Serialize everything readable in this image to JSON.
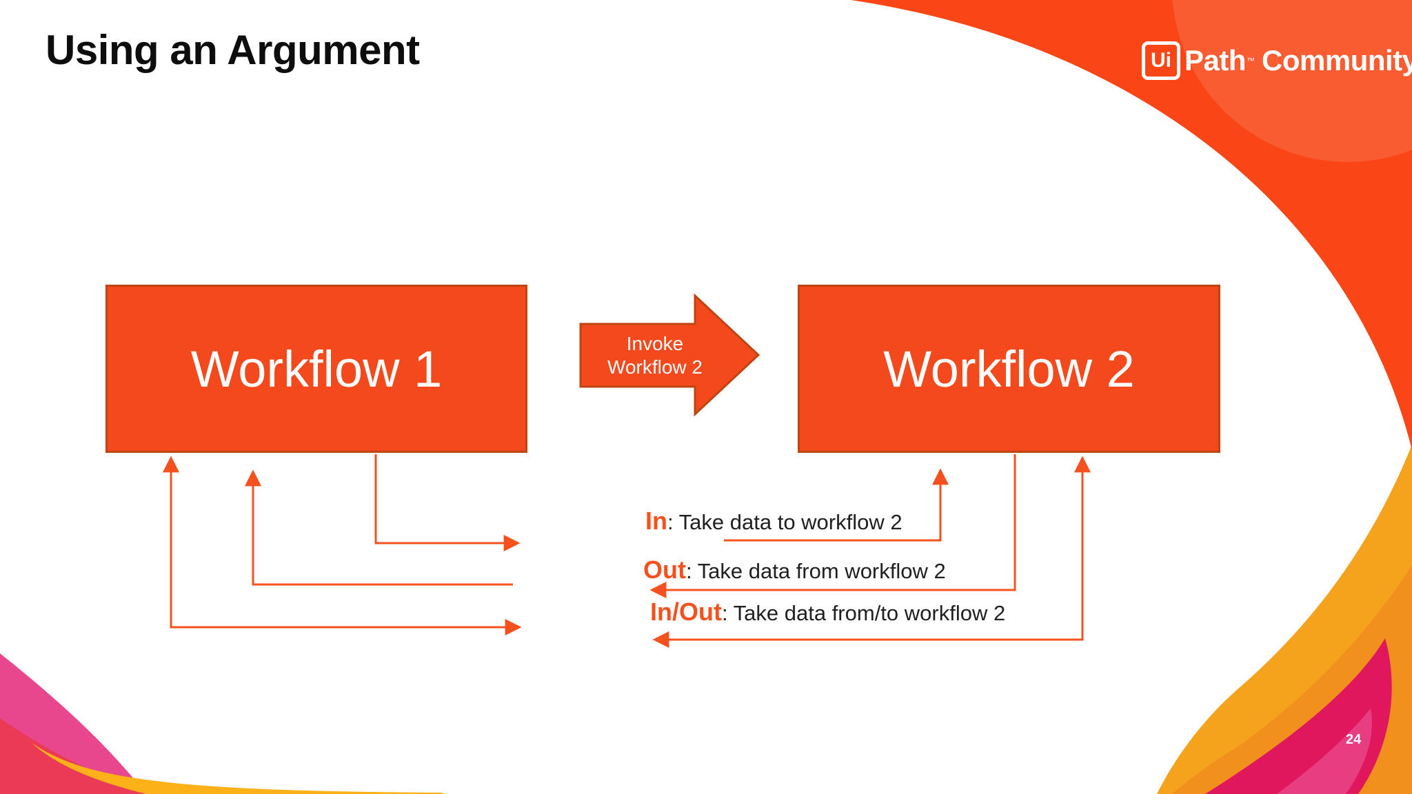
{
  "slide": {
    "title": "Using an Argument",
    "page_number": "24"
  },
  "logo": {
    "mark": "Ui",
    "brand": "Path",
    "trademark": "™",
    "suffix": "Community"
  },
  "diagram": {
    "workflow1": "Workflow 1",
    "workflow2": "Workflow 2",
    "invoke_line1": "Invoke",
    "invoke_line2": "Workflow 2",
    "legend": [
      {
        "keyword": "In",
        "description": ": Take data to workflow 2"
      },
      {
        "keyword": "Out",
        "description": ": Take data from workflow 2"
      },
      {
        "keyword": "In/Out",
        "description": ": Take data from/to workflow 2"
      }
    ]
  },
  "colors": {
    "accent_orange": "#FA4616",
    "box_fill": "#F4491D",
    "box_border": "#BE4512",
    "arrow_line": "#F4511E",
    "keyword_orange": "#F4511E",
    "text_dark": "#202020",
    "amber": "#F5A21D",
    "deep_amber": "#F1901C",
    "magenta": "#E0175C",
    "pink": "#E8478E",
    "red": "#EA3A55",
    "yellow": "#FBB117"
  }
}
